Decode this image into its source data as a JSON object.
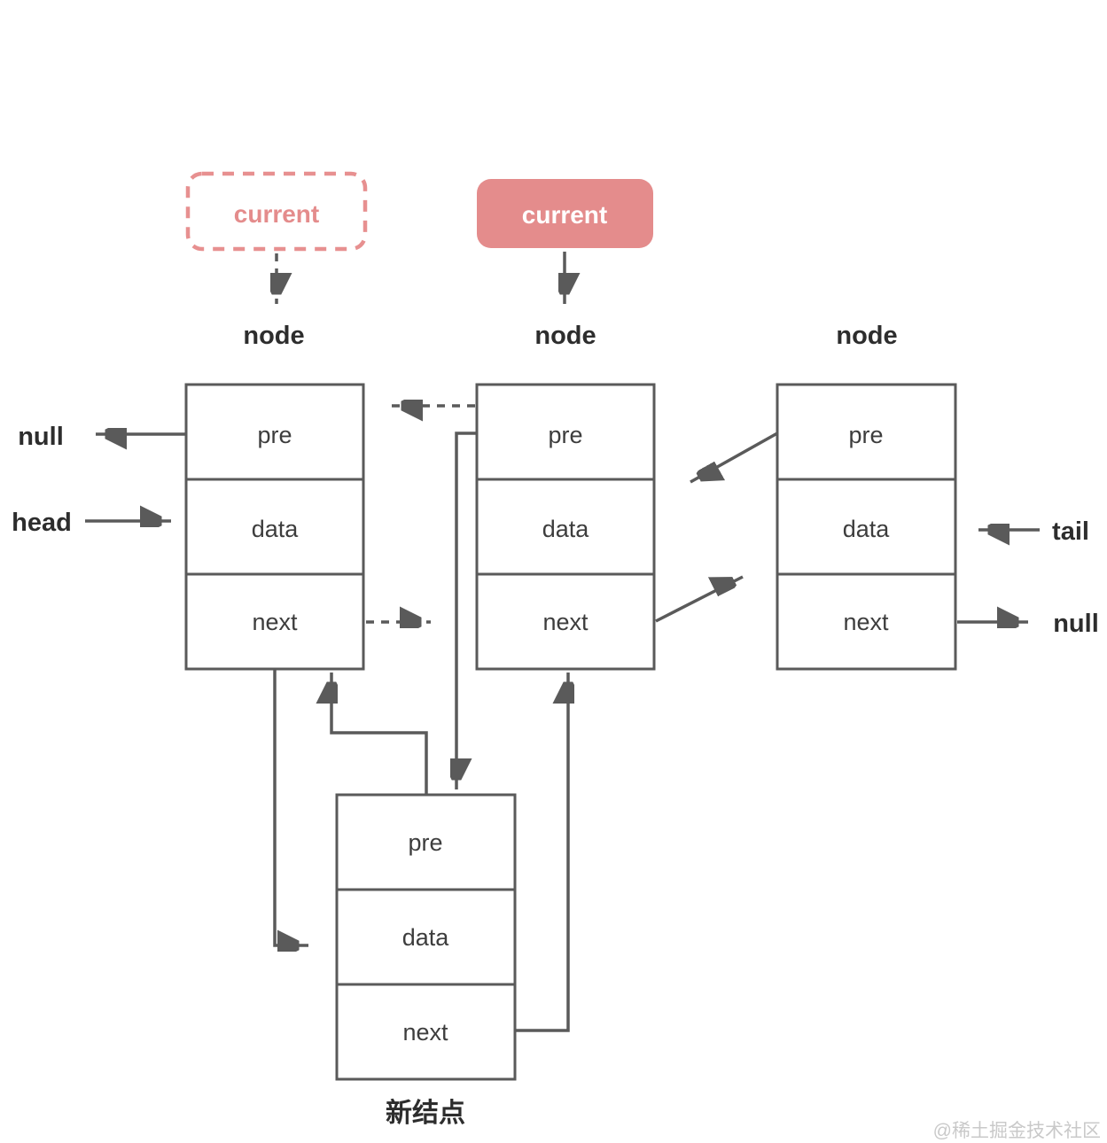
{
  "colors": {
    "accent_pink": "#e48c8c",
    "accent_pink_border": "#e79090",
    "line_gray": "#5a5a5a",
    "label_dark": "#2d2d2d",
    "cell_text_gray": "#3d3d3d",
    "watermark_gray": "#c9c9c9"
  },
  "pointers": {
    "current_old_label": "current",
    "current_new_label": "current"
  },
  "node_labels": {
    "left": "node",
    "middle": "node",
    "right": "node",
    "new": "新结点"
  },
  "external_labels": {
    "null_left": "null",
    "head": "head",
    "tail": "tail",
    "null_right": "null"
  },
  "cells": {
    "left": {
      "pre": "pre",
      "data": "data",
      "next": "next"
    },
    "middle": {
      "pre": "pre",
      "data": "data",
      "next": "next"
    },
    "right": {
      "pre": "pre",
      "data": "data",
      "next": "next"
    },
    "new": {
      "pre": "pre",
      "data": "data",
      "next": "next"
    }
  },
  "watermark": "@稀土掘金技术社区"
}
